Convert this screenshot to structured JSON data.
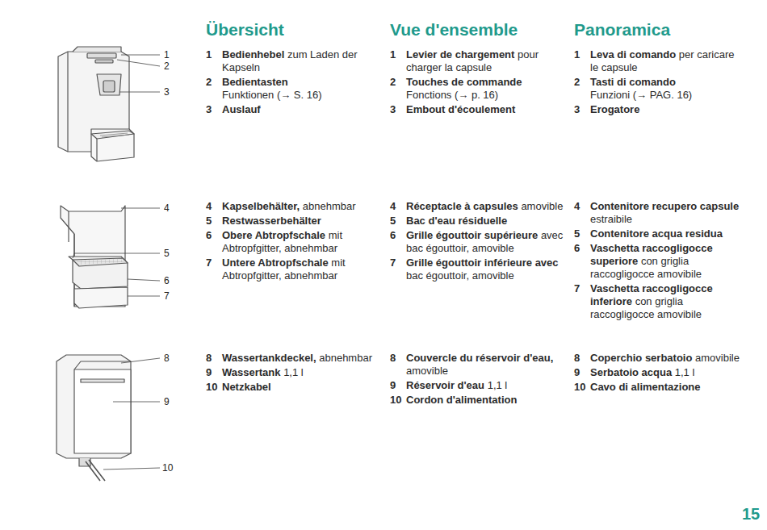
{
  "diagram": {
    "labels": [
      "1",
      "2",
      "3",
      "4",
      "5",
      "6",
      "7",
      "8",
      "9",
      "10",
      "15",
      "Übersicht",
      "Vue d'ensemble",
      "Panoramica",
      "1",
      "Bedienhebel",
      "zum Laden der Kapseln",
      "2",
      "Bedientasten",
      "Funktionen (→ S. 16)",
      "3",
      "Auslauf",
      "4",
      "Kapselbehälter,",
      "abnehmbar",
      "5",
      "Restwasserbehälter",
      "6",
      "Obere Abtropfschale",
      "mit Abtropfgitter, abnehmbar",
      "7",
      "Untere Abtropfschale",
      "mit Abtropfgitter, abnehmbar",
      "8",
      "Wassertankdeckel,",
      "abnehmbar",
      "9",
      "Wassertank",
      "1,1 l",
      "10",
      "Netzkabel",
      "1",
      "Levier de chargement",
      "pour charger la capsule",
      "2",
      "Touches de commande",
      "Fonctions (→ p. 16)",
      "3",
      "Embout d'écoulement",
      "4",
      "Réceptacle à capsules",
      "amovible",
      "5",
      "Bac d'eau résiduelle",
      "6",
      "Grille égouttoir supérieure",
      "avec bac égouttoir, amovible",
      "7",
      "Grille égouttoir inférieure avec",
      "bac égouttoir, amovible",
      "8",
      "Couvercle du réservoir d'eau,",
      "amovible",
      "9",
      "Réservoir d'eau",
      "1,1 l",
      "10",
      "Cordon d'alimentation",
      "1",
      "Leva di comando",
      "per caricare le capsule",
      "2",
      "Tasti di comando",
      "Funzioni (→ PAG. 16)",
      "3",
      "Erogatore",
      "4",
      "Contenitore recupero capsule",
      "estraibile",
      "5",
      "Contenitore acqua residua",
      "6",
      "Vaschetta raccogligocce superiore",
      "con griglia raccogligocce amovibile",
      "7",
      "Vaschetta raccogligocce inferiore",
      "con griglia raccogligocce amovibile",
      "8",
      "Coperchio serbatoio",
      "amovibile",
      "9",
      "Serbatoio acqua",
      "1,1 l",
      "10",
      "Cavo di alimentazione"
    ]
  }
}
